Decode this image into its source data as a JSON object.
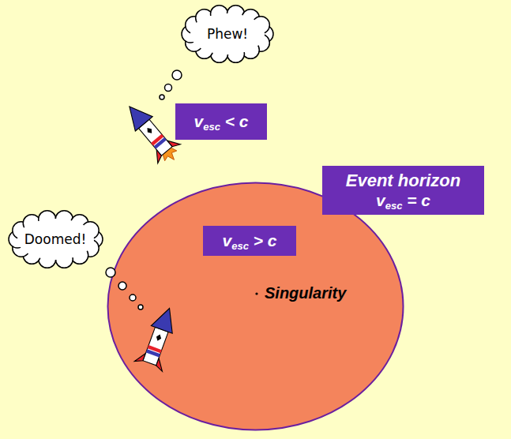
{
  "diagram": {
    "nodes": [
      {
        "text": [
          "Phew!"
        ]
      },
      {
        "text": [
          "vesc < c"
        ]
      },
      {
        "text": [
          "Doomed!"
        ]
      },
      {
        "text": [
          "Singularity"
        ]
      },
      {
        "text": [
          "vesc > c"
        ],
        "in": 3
      },
      {
        "text": [
          "Event horizon",
          "vesc = c"
        ]
      }
    ]
  }
}
